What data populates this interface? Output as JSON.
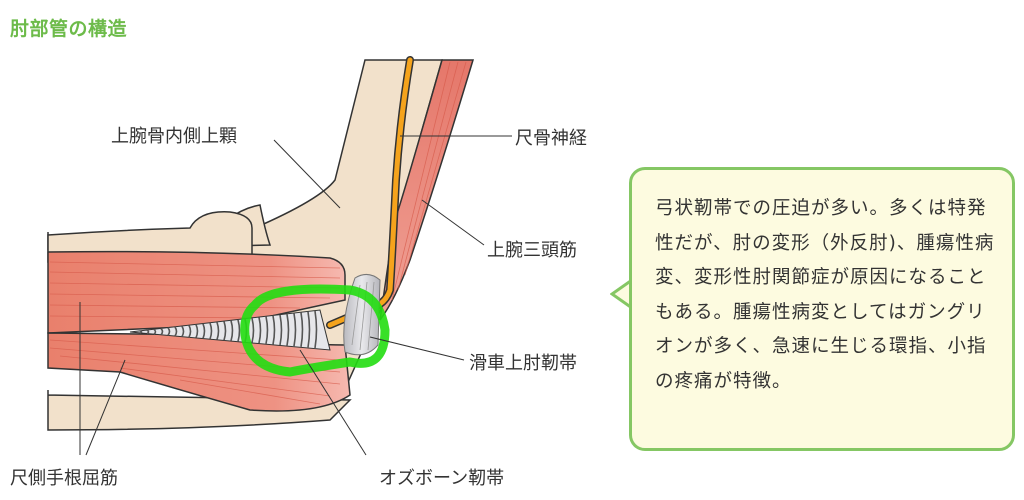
{
  "title": "肘部管の構造",
  "labels": {
    "medial_epicondyle": "上腕骨内側上顆",
    "ulnar_nerve": "尺骨神経",
    "triceps": "上腕三頭筋",
    "cubital_tunnel_retinaculum": "滑車上肘靭帯",
    "flexor_carpi_ulnaris": "尺側手根屈筋",
    "osborne_ligament": "オズボーン靭帯"
  },
  "callout": {
    "text": "弓状靭帯での圧迫が多い。多くは特発性だが、肘の変形（外反肘)、腫瘍性病変、変形性肘関節症が原因になることもある。腫瘍性病変としてはガングリオンが多く、急速に生じる環指、小指の疼痛が特徴。"
  },
  "colors": {
    "title": "#6dbb4a",
    "callout_border": "#85c764",
    "callout_bg": "#fdfbe0",
    "bone": "#f2e1cb",
    "muscle": "#e9806c",
    "nerve": "#f5a31c",
    "ligament": "#c8c8cc",
    "highlight": "#22dd11"
  }
}
